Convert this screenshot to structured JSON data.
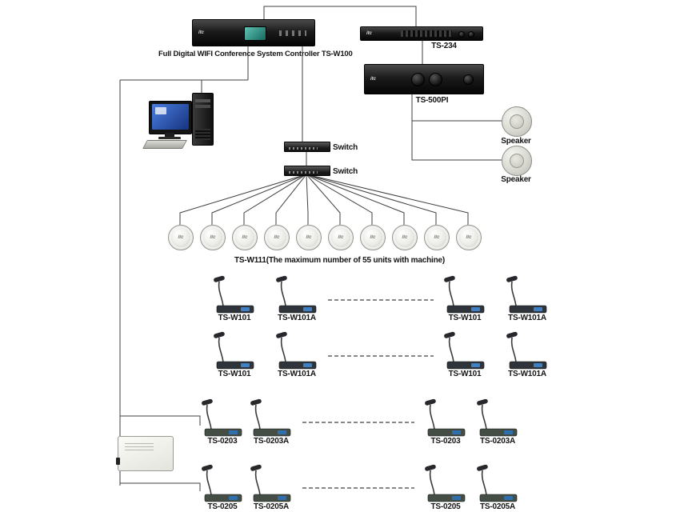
{
  "brand": "itc",
  "controller": {
    "label": "Full Digital WIFI Conference System Controller TS-W100"
  },
  "ts234": {
    "label": "TS-234"
  },
  "ts500pi": {
    "label": "TS-500PI"
  },
  "speakers": [
    {
      "label": "Speaker"
    },
    {
      "label": "Speaker"
    }
  ],
  "switches": [
    {
      "label": "Switch"
    },
    {
      "label": "Switch"
    }
  ],
  "ceiling_units": {
    "brand": "itc",
    "caption": "TS-W111(The maximum number of 55 units with machine)"
  },
  "mic_rows": [
    {
      "labels": [
        "TS-W101",
        "TS-W101A",
        "TS-W101",
        "TS-W101A"
      ]
    },
    {
      "labels": [
        "TS-W101",
        "TS-W101A",
        "TS-W101",
        "TS-W101A"
      ]
    },
    {
      "labels": [
        "TS-0203",
        "TS-0203A",
        "TS-0203",
        "TS-0203A"
      ]
    },
    {
      "labels": [
        "TS-0205",
        "TS-0205A",
        "TS-0205",
        "TS-0205A"
      ]
    }
  ],
  "colors": {
    "wire": "#3f3f3f",
    "mic_screen": "#3f80c4",
    "controller_screen": "#2e8f86"
  }
}
